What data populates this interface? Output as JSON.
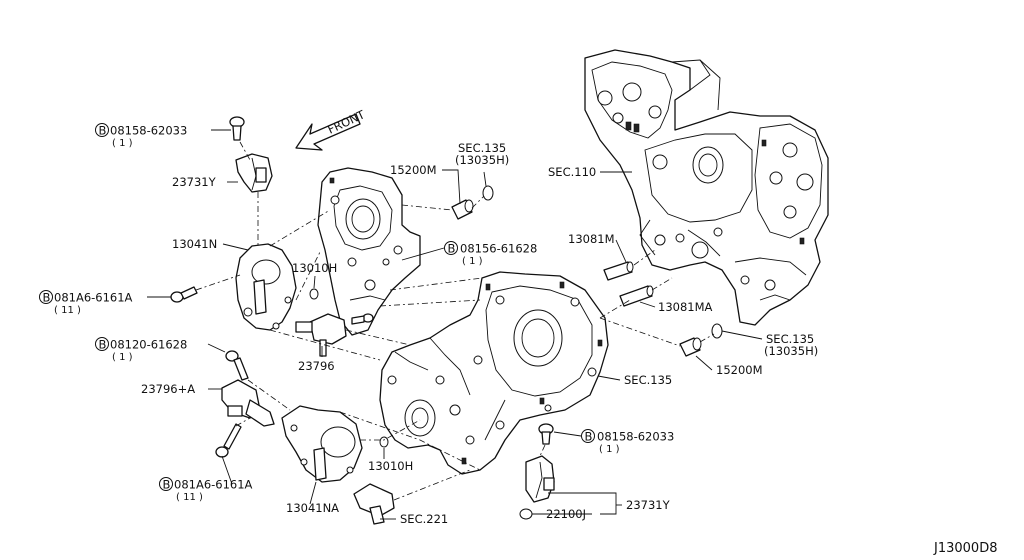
{
  "labels": {
    "bolt_top_left": "08158-62033",
    "bolt_top_left_qty": "( 1 )",
    "sensor_top": "23731Y",
    "cover_left": "13041N",
    "bolt_mid_left": "081A6-6161A",
    "bolt_mid_left_qty": "( 11 )",
    "bolt_center_left": "08120-61628",
    "bolt_center_left_qty": "( 1 )",
    "valve_left": "23796+A",
    "bolt_low_left": "081A6-6161A",
    "bolt_low_left_qty": "( 11 )",
    "gasket_top": "13010H",
    "valve_center": "23796",
    "cover_low": "13041NA",
    "gasket_low": "13010H",
    "sec221": "SEC.221",
    "front": "FRONT",
    "sec135_top": "SEC.135",
    "sec135_top_ref": "(13035H)",
    "seal_top": "15200M",
    "bolt_center": "08156-61628",
    "bolt_center_qty": "( 1 )",
    "sec110": "SEC.110",
    "plug_top": "13081M",
    "plug_low": "13081MA",
    "sec135_right": "SEC.135",
    "sec135_right_ref": "(13035H)",
    "seal_right": "15200M",
    "sec135_cover": "SEC.135",
    "bolt_right": "08158-62033",
    "bolt_right_qty": "( 1 )",
    "sensor_right": "23731Y",
    "sensor_cam": "22100J",
    "diagram_code": "J13000D8"
  },
  "badges": {
    "bolt_prefix": "B"
  }
}
